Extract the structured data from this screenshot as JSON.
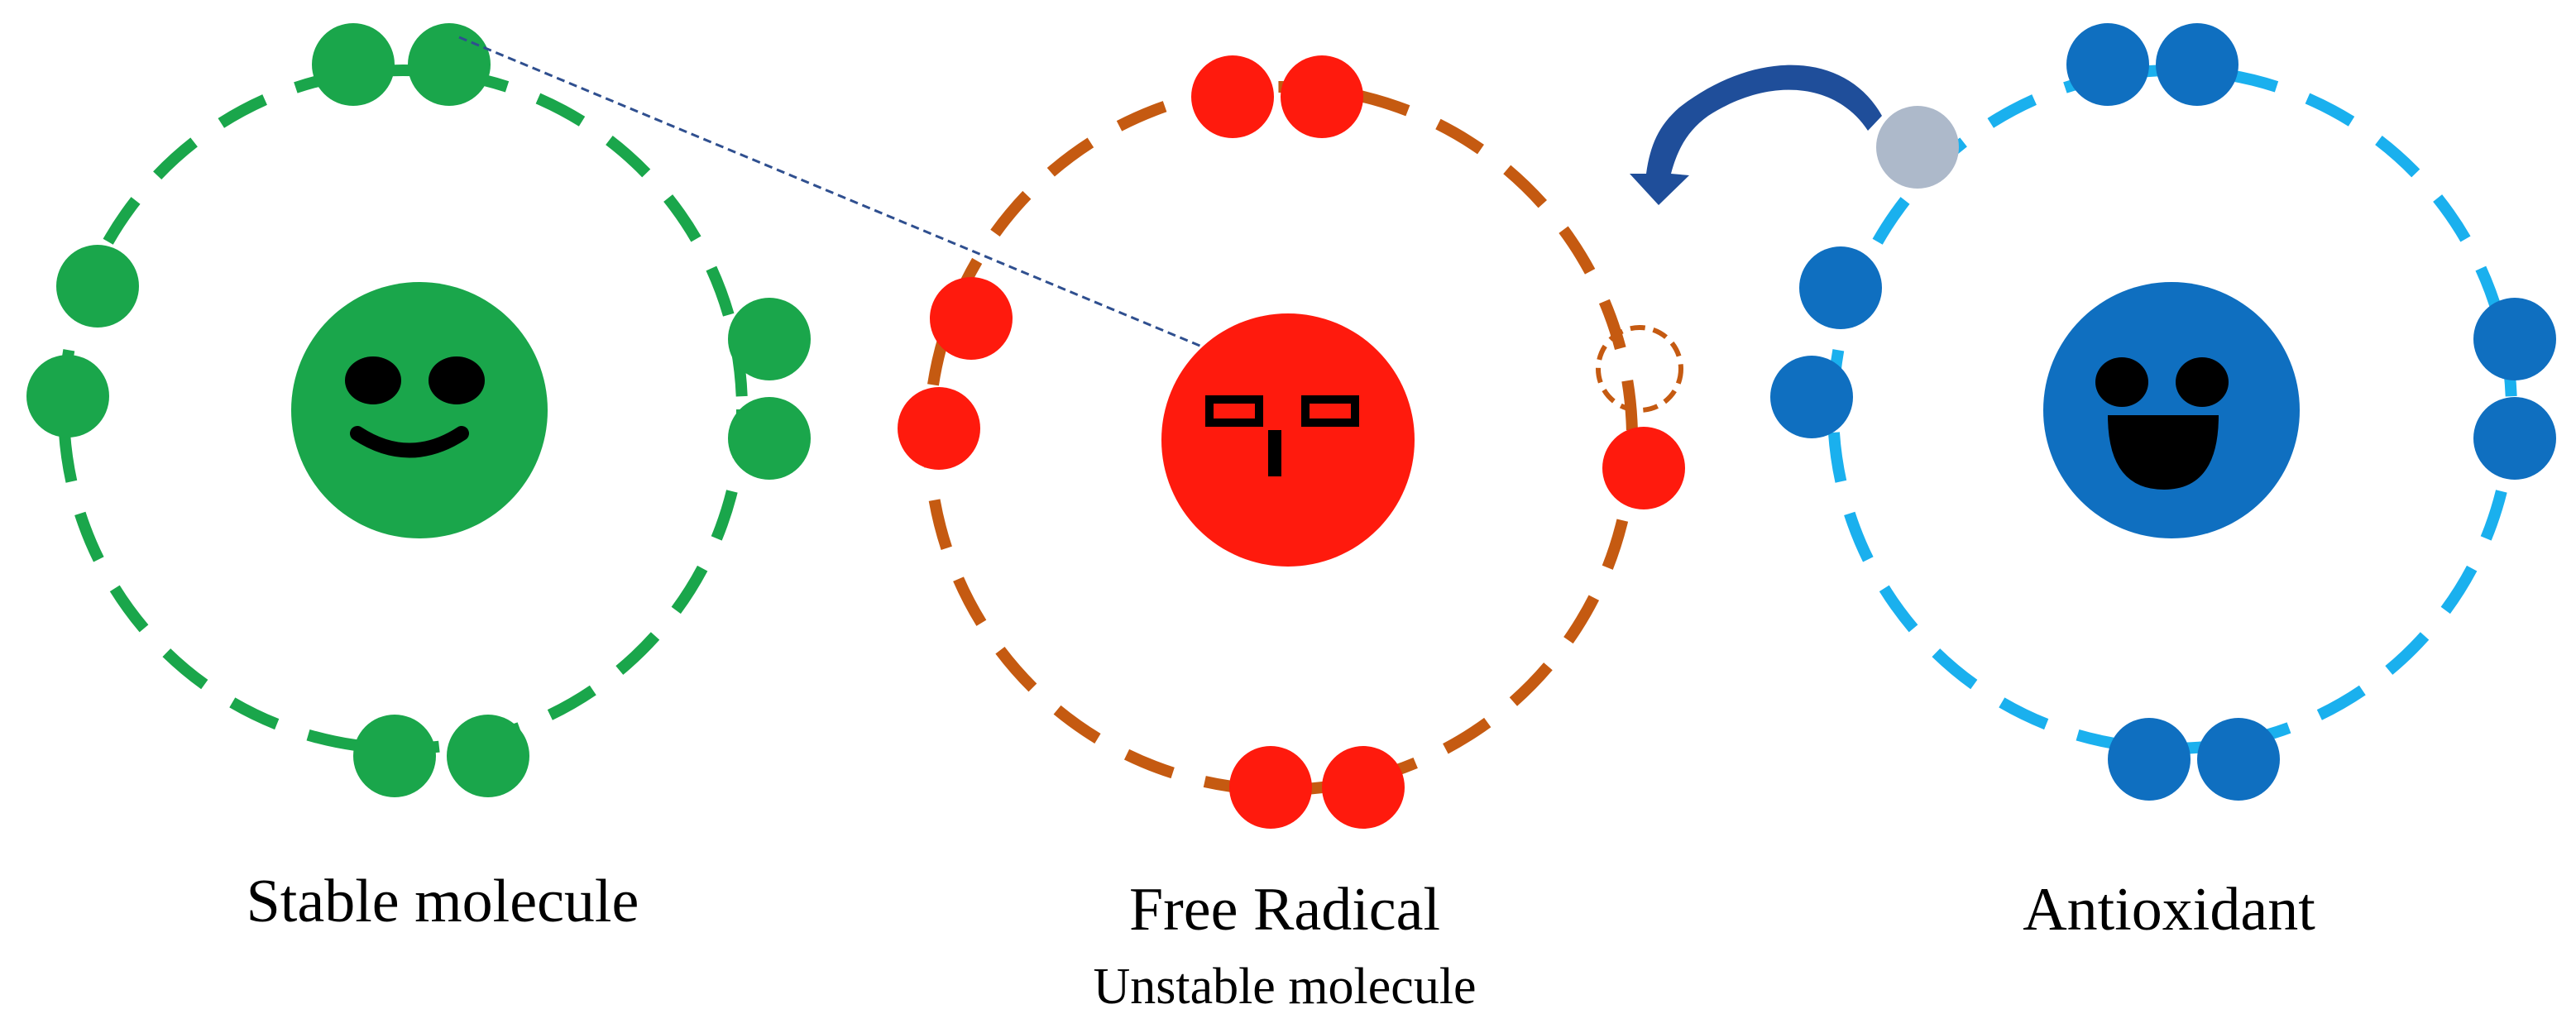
{
  "molecules": {
    "stable": {
      "label": "Stable molecule",
      "body_color": "#1aa64b",
      "orbit_color": "#1aa64b",
      "face": "smile"
    },
    "radical": {
      "label": "Free Radical",
      "sublabel": "Unstable molecule",
      "body_color": "#ff1a0d",
      "orbit_color": "#c55a11",
      "face": "neutral",
      "missing_electron": "dashed circle (missing electron)"
    },
    "antioxidant": {
      "label": "Antioxidant",
      "body_color": "#0f6fc0",
      "orbit_color": "#1ab0ee",
      "face": "big-smile",
      "donated_electron_color": "#adb9ca",
      "arrow_color": "#1f4e9a"
    }
  },
  "connector": {
    "style": "dashed",
    "color": "#2f4f8f"
  }
}
